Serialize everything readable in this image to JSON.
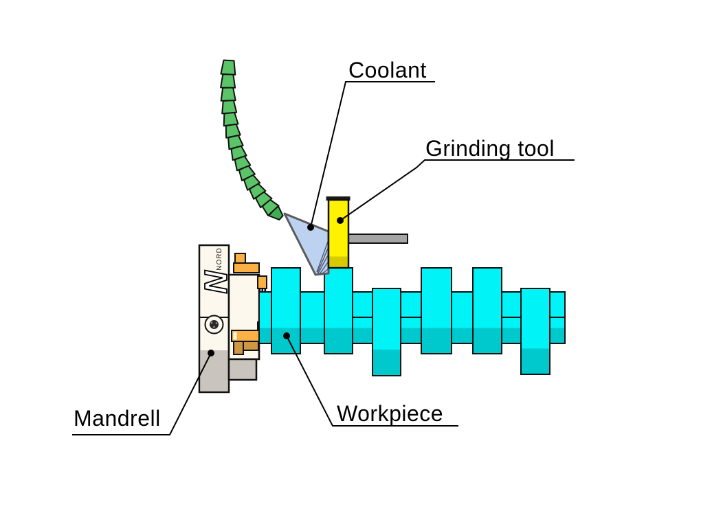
{
  "labels": {
    "coolant": "Coolant",
    "grinding_tool": "Grinding tool",
    "mandrell": "Mandrell",
    "workpiece": "Workpiece"
  },
  "chuck": {
    "logo_letter": "N",
    "brand_vertical_text": "NORD"
  },
  "colors": {
    "hose_green": "#5cc468",
    "hose_green_dark": "#3fae52",
    "spray_blue": "#bdd2f0",
    "tool_yellow": "#fff200",
    "tool_yellow_dark": "#d6ca00",
    "arm_gray": "#a5a5a5",
    "workpiece_cyan": "#00f4f7",
    "workpiece_teal": "#00c9ce",
    "chuck_ivory": "#fcf8ed",
    "chuck_gray": "#c9c5be",
    "jaw_orange": "#fbb045",
    "jaw_orange_dark": "#ce9741"
  }
}
